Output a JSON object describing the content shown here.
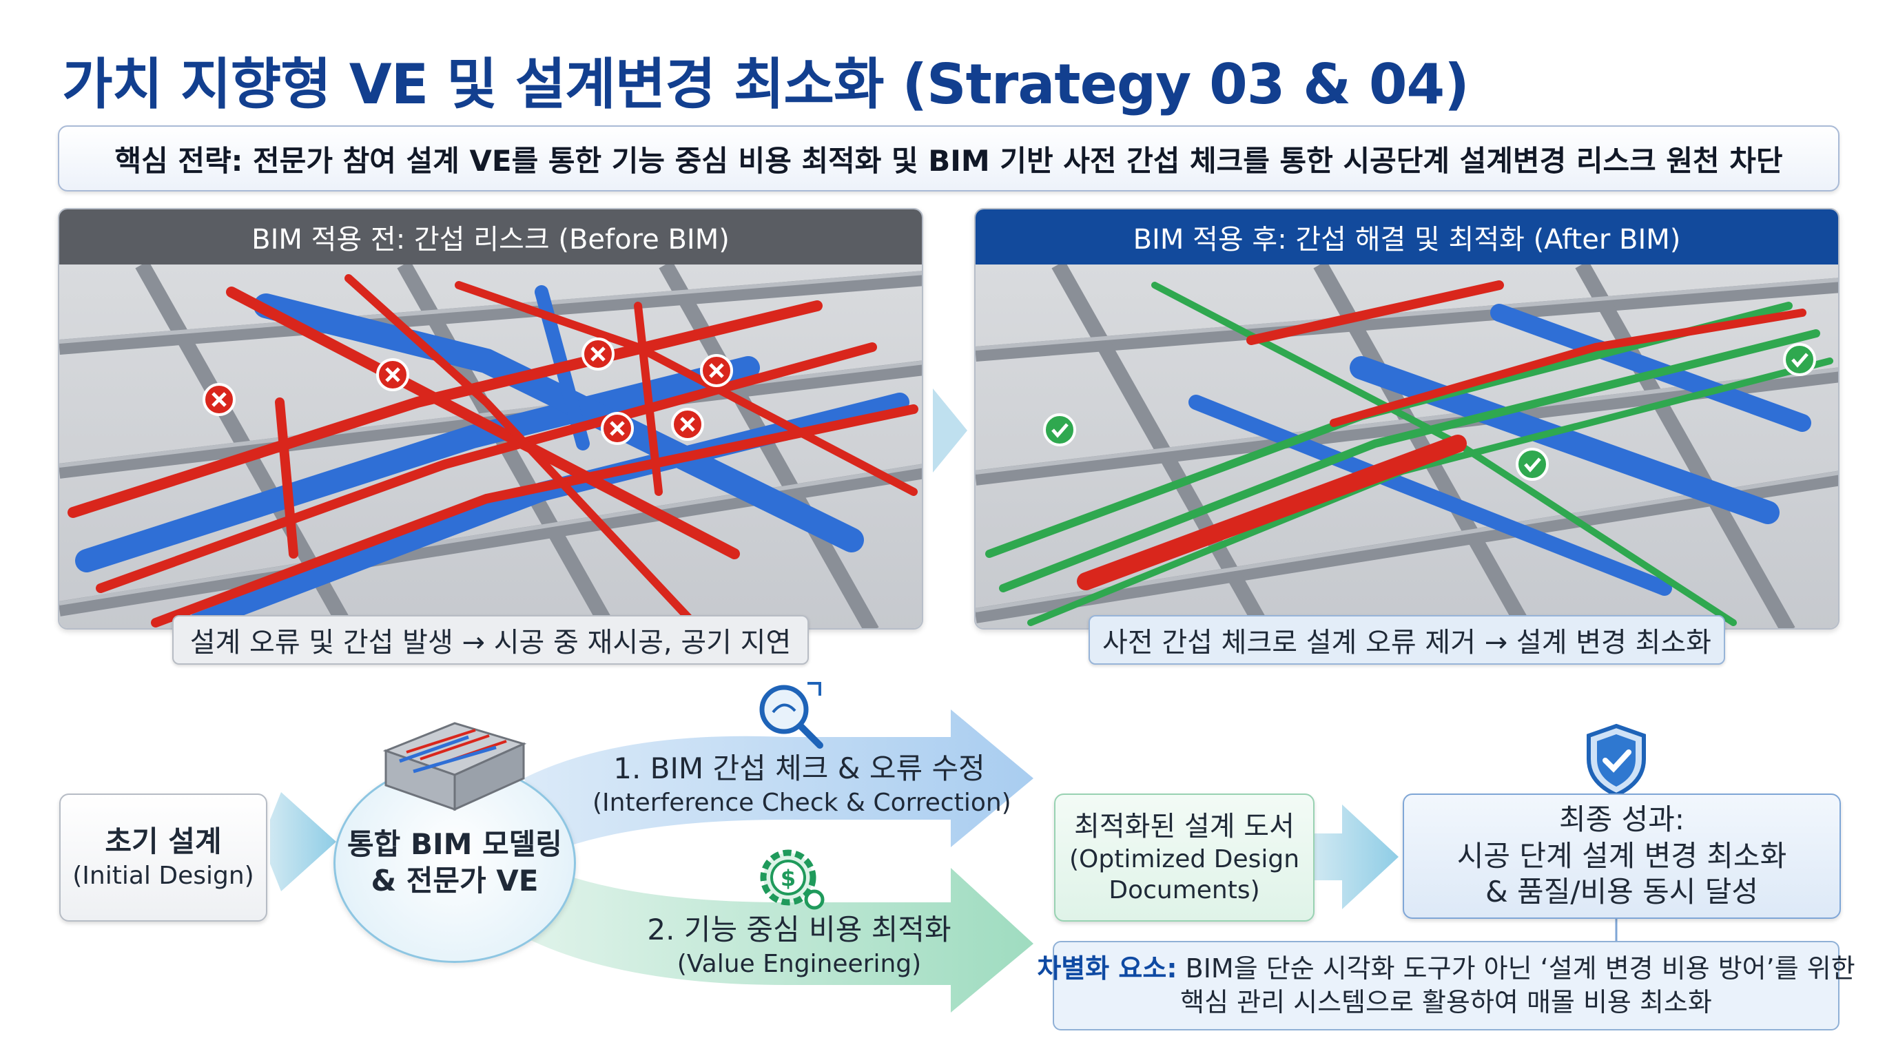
{
  "title": "가치 지향형 VE 및 설계변경 최소화 (Strategy 03 & 04)",
  "core_strategy": "핵심 전략: 전문가 참여 설계 VE를 통한 기능 중심 비용 최적화 및 BIM 기반 사전 간섭 체크를 통한 시공단계 설계변경 리스크 원천 차단",
  "before_panel": {
    "header": "BIM 적용 전: 간섭 리스크 (Before BIM)",
    "caption": "설계 오류 및 간섭 발생 → 시공 중 재시공, 공기 지연"
  },
  "after_panel": {
    "header": "BIM 적용 후: 간섭 해결 및 최적화 (After BIM)",
    "caption": "사전 간섭 체크로 설계 오류 제거 → 설계 변경 최소화"
  },
  "flow": {
    "initial": {
      "ko": "초기 설계",
      "en": "(Initial Design)"
    },
    "center": {
      "line1": "통합 BIM 모델링",
      "line2": "& 전문가 VE"
    },
    "path1": {
      "ko": "1. BIM 간섭 체크 & 오류 수정",
      "en": "(Interference Check & Correction)"
    },
    "path2": {
      "ko": "2. 기능 중심 비용 최적화",
      "en": "(Value Engineering)"
    },
    "optimized": {
      "line1": "최적화된 설계 도서",
      "line2": "(Optimized Design",
      "line3": "Documents)"
    },
    "final": {
      "line1": "최종 성과:",
      "line2": "시공 단계 설계 변경 최소화",
      "line3": "& 품질/비용 동시 달성"
    }
  },
  "differentiator": {
    "label": "차별화 요소:",
    "line1_rest": " BIM을 단순 시각화 도구가 아닌 ‘설계 변경 비용 방어’를 위한",
    "line2": "핵심 관리 시스템으로 활용하여 매몰 비용 최소화"
  },
  "colors": {
    "title": "#123f8f",
    "before_header": "#5a5d63",
    "after_header": "#124a9c",
    "clash_pipe": "#d9261c",
    "duct_blue": "#2f6fd6",
    "resolved_green": "#2fa84f"
  }
}
